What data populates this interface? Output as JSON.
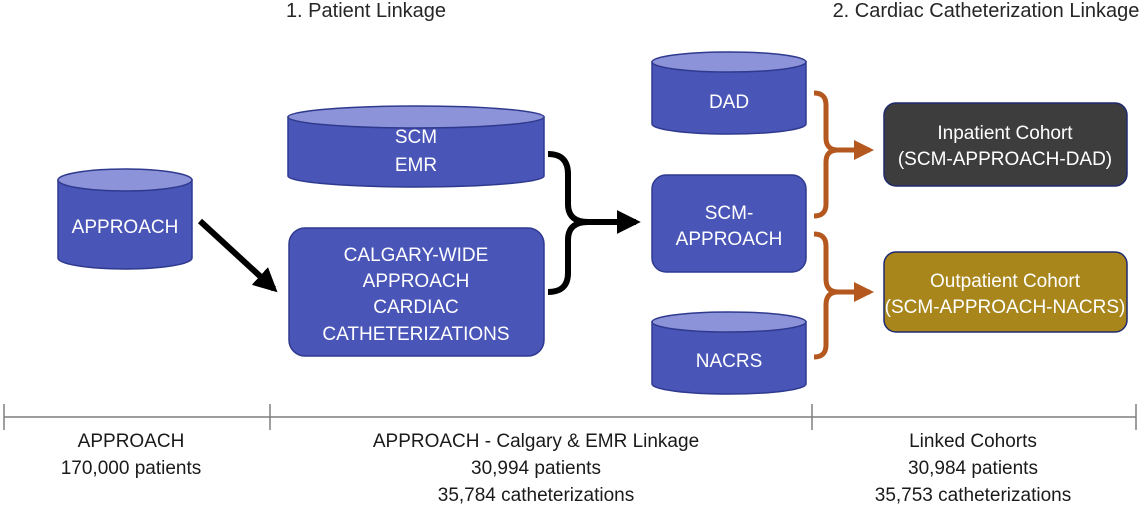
{
  "headers": {
    "patient_linkage": "1. Patient Linkage",
    "cardiac_linkage": "2. Cardiac Catheterization Linkage"
  },
  "nodes": {
    "approach": {
      "lines": [
        "APPROACH"
      ]
    },
    "scm_emr": {
      "lines": [
        "SCM",
        "EMR"
      ]
    },
    "calgary": {
      "lines": [
        "CALGARY-WIDE",
        "APPROACH",
        "CARDIAC",
        "CATHETERIZATIONS"
      ]
    },
    "dad": {
      "lines": [
        "DAD"
      ]
    },
    "scm_approach": {
      "lines": [
        "SCM-",
        "APPROACH"
      ]
    },
    "nacrs": {
      "lines": [
        "NACRS"
      ]
    },
    "inpatient": {
      "lines": [
        "Inpatient Cohort",
        "(SCM-APPROACH-DAD)"
      ]
    },
    "outpatient": {
      "lines": [
        "Outpatient Cohort",
        "(SCM-APPROACH-NACRS)"
      ]
    }
  },
  "footer": {
    "col1": [
      "APPROACH",
      "170,000 patients"
    ],
    "col2": [
      "APPROACH - Calgary & EMR Linkage",
      "30,994 patients",
      "35,784 catheterizations"
    ],
    "col3": [
      "Linked Cohorts",
      "30,984 patients",
      "35,753 catheterizations"
    ]
  },
  "colors": {
    "db_fill": "#4a55b8",
    "db_top": "#8d93d8",
    "db_stroke": "#2f3a8f",
    "inpatient": "#3d3d3d",
    "outpatient": "#a8861c",
    "arrow_black": "#000000",
    "arrow_orange": "#b5581f"
  }
}
